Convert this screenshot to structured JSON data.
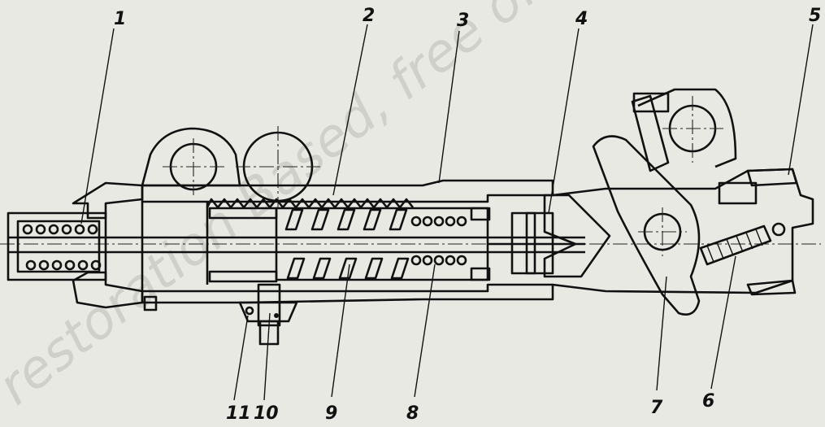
{
  "diagram": {
    "callouts": [
      "1",
      "2",
      "3",
      "4",
      "5",
      "6",
      "7",
      "8",
      "9",
      "10",
      "11"
    ],
    "watermark": "restoration Based, free of charge Dmitri Shmakow, not for commercial use"
  },
  "colors": {
    "paper": "#e9e9e4",
    "ink": "#111111"
  }
}
